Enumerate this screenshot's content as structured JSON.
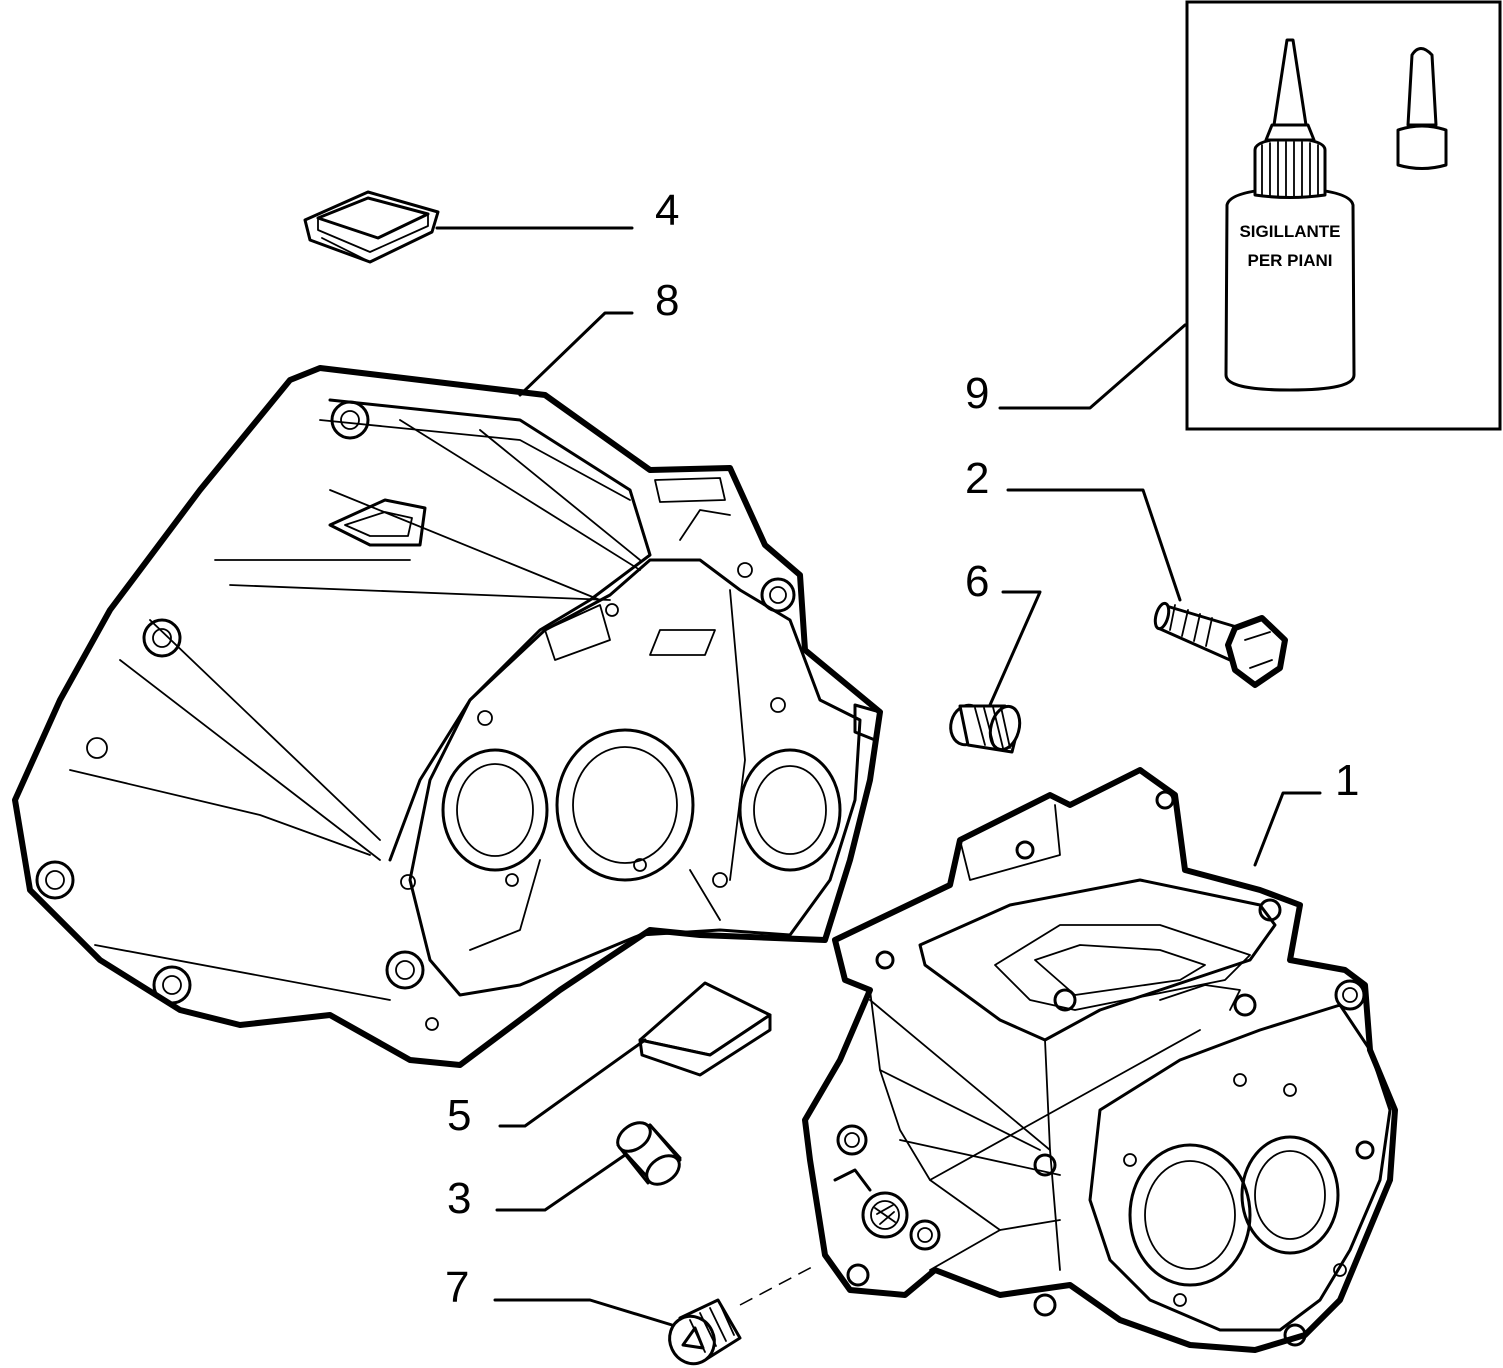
{
  "diagram": {
    "callouts": [
      {
        "id": "1",
        "label": "1"
      },
      {
        "id": "2",
        "label": "2"
      },
      {
        "id": "3",
        "label": "3"
      },
      {
        "id": "4",
        "label": "4"
      },
      {
        "id": "5",
        "label": "5"
      },
      {
        "id": "6",
        "label": "6"
      },
      {
        "id": "7",
        "label": "7"
      },
      {
        "id": "8",
        "label": "8"
      },
      {
        "id": "9",
        "label": "9"
      }
    ],
    "bottle_label": {
      "line1": "SIGILLANTE",
      "line2": "PER PIANI"
    }
  }
}
